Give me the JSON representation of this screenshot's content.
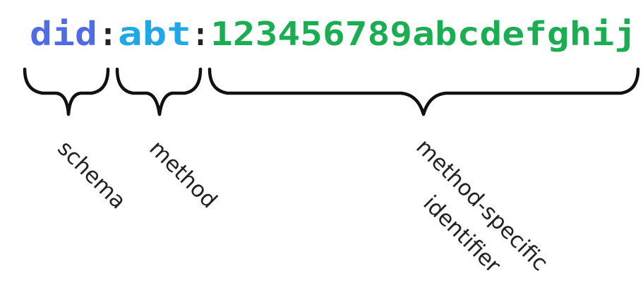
{
  "did": {
    "scheme": "did",
    "separator_1": ":",
    "method": "abt",
    "separator_2": ":",
    "identifier": "123456789abcdefghij"
  },
  "labels": {
    "scheme": "schema",
    "method": "method",
    "identifier_line_1": "method-specific",
    "identifier_line_2": "identifier"
  },
  "colors": {
    "scheme": "#4f6be6",
    "method": "#1ea8e8",
    "identifier": "#1aad52",
    "separator": "#222222",
    "brace": "#111111"
  }
}
